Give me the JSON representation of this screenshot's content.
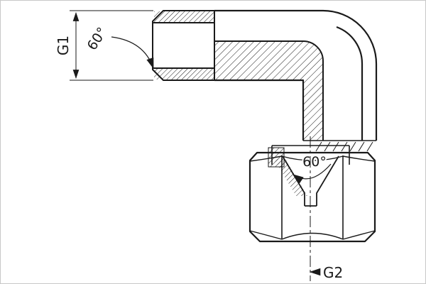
{
  "drawing": {
    "type": "technical-section-drawing",
    "subject": "90-degree elbow hydraulic fitting, male stud to female swivel nut, sectional view",
    "labels": {
      "g1": "G1",
      "angle_top": "60°",
      "angle_bottom": "60°",
      "g2": "G2"
    },
    "colors": {
      "line": "#1a1a1a",
      "background": "#ffffff",
      "frame": "#c8c8c8"
    }
  }
}
